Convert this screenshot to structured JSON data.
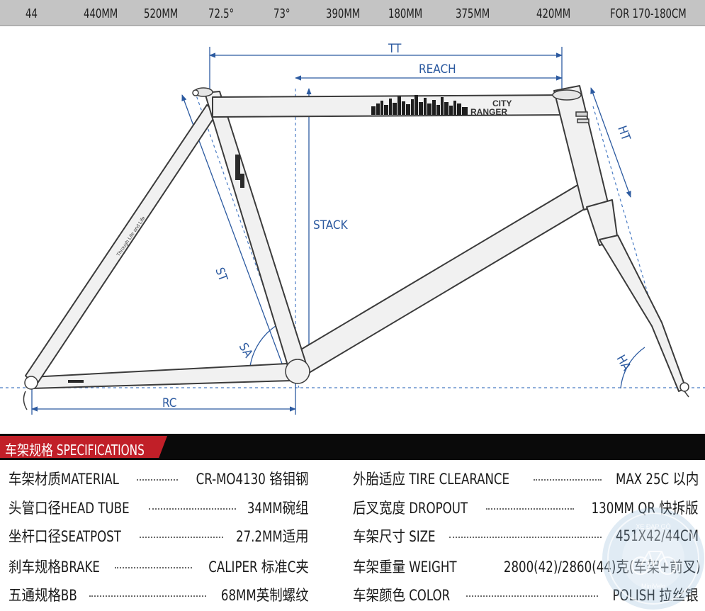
{
  "top_bar": [
    "44",
    "440MM",
    "520MM",
    "72.5°",
    "73°",
    "390MM",
    "180MM",
    "375MM",
    "420MM",
    "FOR 170-180CM"
  ],
  "diagram": {
    "tt": "TT",
    "reach": "REACH",
    "stack": "STACK",
    "st": "ST",
    "ht": "HT",
    "sa": "SA",
    "ha": "HA",
    "rc": "RC",
    "brand_top": "CITY",
    "brand_bottom": "RANGER",
    "seatstay_text": "Through Life and Life",
    "colors": {
      "frame": "#f1f1f1",
      "outline": "#3b3b3b",
      "dim": "#2c5aa0",
      "red": "#c11f28"
    }
  },
  "specs": {
    "title": "车架规格 SPECIFICATIONS",
    "left": [
      {
        "label": "车架材质MATERIAL",
        "value": "CR-MO4130 铬钼钢"
      },
      {
        "label": "头管口径HEAD TUBE",
        "value": "34MM碗组"
      },
      {
        "label": "坐杆口径SEATPOST",
        "value": "27.2MM适用"
      },
      {
        "label": "刹车规格BRAKE",
        "value": "CALIPER 标准C夹"
      },
      {
        "label": "五通规格BB",
        "value": "68MM英制螺纹"
      }
    ],
    "right": [
      {
        "label": "外胎适应 TIRE CLEARANCE",
        "value": "MAX 25C 以内"
      },
      {
        "label": "后叉宽度 DROPOUT",
        "value": "130MM QR 快拆版"
      },
      {
        "label": "车架尺寸 SIZE",
        "value": "451X42/44CM"
      },
      {
        "label": "车架重量 WEIGHT",
        "value": "2800(42)/2860(44)克(车架+前叉)"
      },
      {
        "label": "车架颜色 COLOR",
        "value": "POLISH 拉丝银"
      }
    ]
  },
  "watermark": {
    "top": "XE ĐẠP GÒ",
    "bottom": "MiniVelo"
  }
}
